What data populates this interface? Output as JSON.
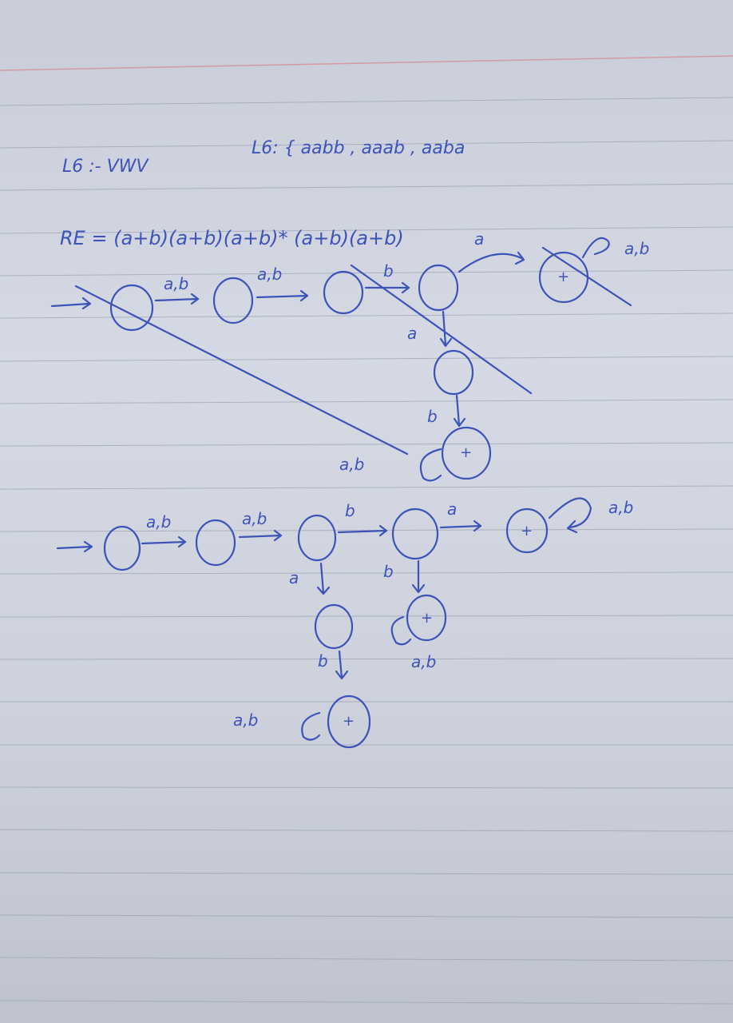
{
  "heading": {
    "label": "L6 :- VWV",
    "set": "L6: { aabb , aaab , aaba"
  },
  "regex": "RE = (a+b)(a+b)(a+b)* (a+b)(a+b)",
  "diagram1": {
    "plus": "+",
    "edge_ab_1": "a,b",
    "edge_ab_2": "a,b",
    "edge_b_1": "b",
    "edge_a_top": "a",
    "edge_a_down": "a",
    "edge_b_down": "b",
    "loop_top": "a,b",
    "loop_bottom": "a,b"
  },
  "diagram2": {
    "plus": "+",
    "edge_ab_1": "a,b",
    "edge_ab_2": "a,b",
    "edge_b_1": "b",
    "edge_a_right": "a",
    "edge_a_down": "a",
    "edge_b_down_mid": "b",
    "edge_b_down_left": "b",
    "loop_right": "a,b",
    "loop_mid": "a,b",
    "loop_bottom": "a,b"
  },
  "colors": {
    "ink": "#3c53b8",
    "rule_line": "#9aa1b3",
    "margin_line": "#d59aa3",
    "paper": "#cfd3de"
  }
}
